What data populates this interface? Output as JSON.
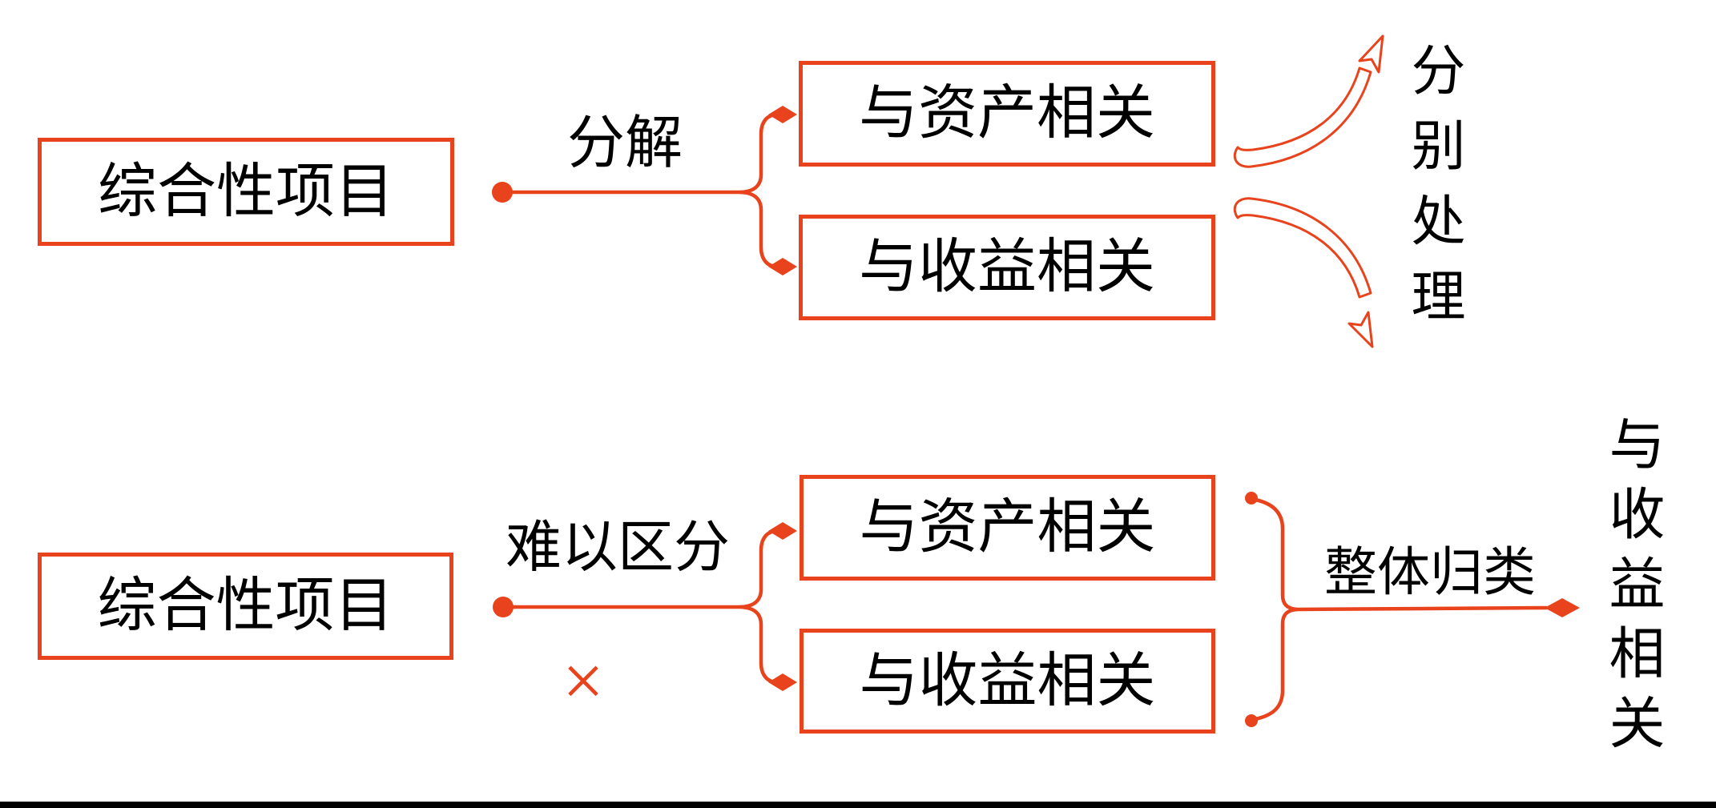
{
  "colors": {
    "accent": "#e8431c",
    "text": "#000000",
    "bar": "#000000",
    "background": "#ffffff"
  },
  "diagram": {
    "row1": {
      "source": {
        "label": "综合性项目"
      },
      "relation": {
        "label": "分解"
      },
      "targets": [
        {
          "label": "与资产相关"
        },
        {
          "label": "与收益相关"
        }
      ],
      "outcome": {
        "label": "分别处理"
      }
    },
    "row2": {
      "source": {
        "label": "综合性项目"
      },
      "relation": {
        "label": "难以区分"
      },
      "negation": {
        "label": "×"
      },
      "targets": [
        {
          "label": "与资产相关"
        },
        {
          "label": "与收益相关"
        }
      ],
      "group": {
        "label": "整体归类"
      },
      "outcome": {
        "label": "与收益相关"
      }
    }
  }
}
